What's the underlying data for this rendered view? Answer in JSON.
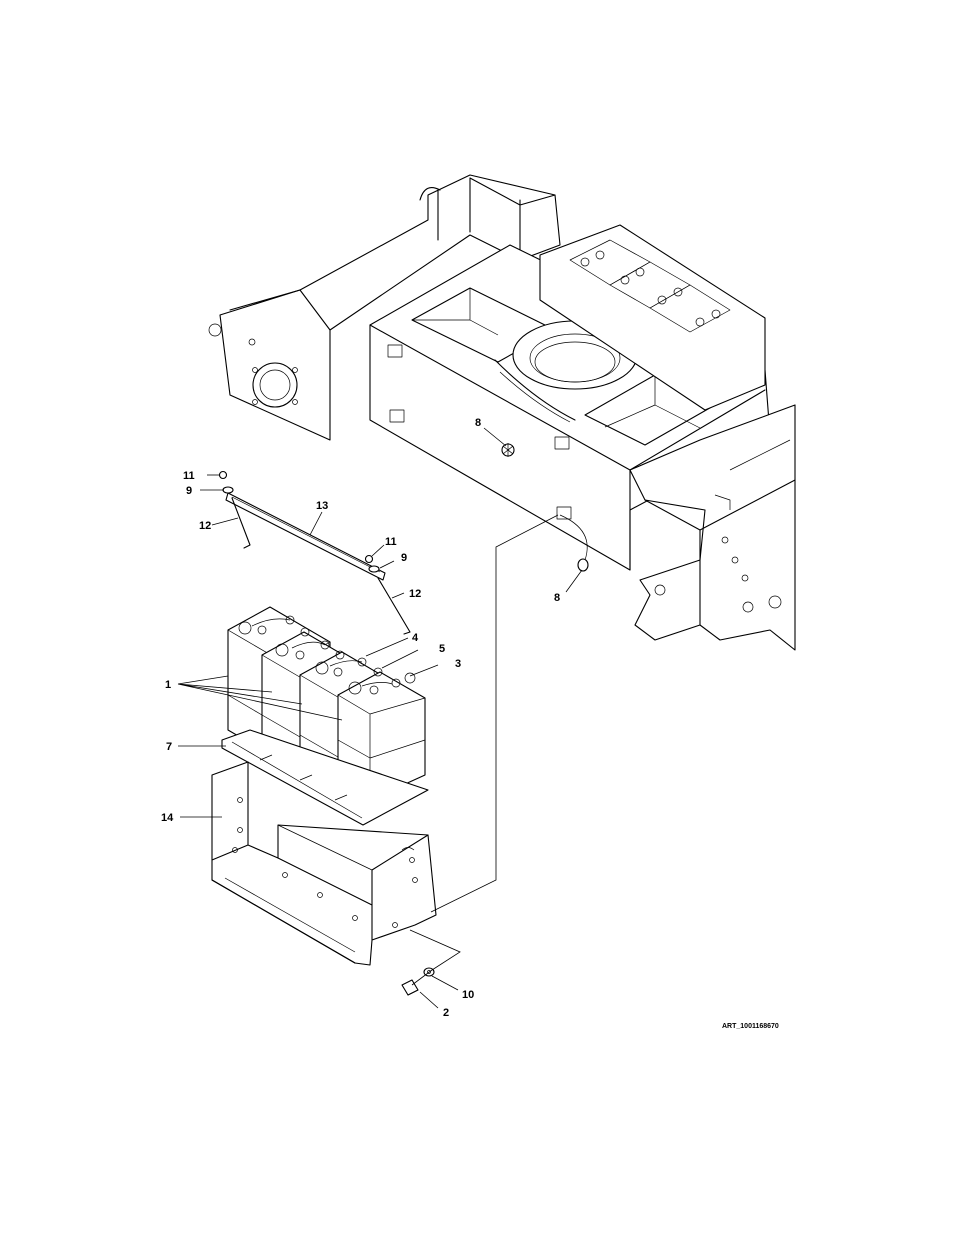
{
  "callouts": [
    {
      "id": "c1",
      "label": "1"
    },
    {
      "id": "c2",
      "label": "2"
    },
    {
      "id": "c3",
      "label": "3"
    },
    {
      "id": "c4",
      "label": "4"
    },
    {
      "id": "c5",
      "label": "5"
    },
    {
      "id": "c7",
      "label": "7"
    },
    {
      "id": "c8a",
      "label": "8"
    },
    {
      "id": "c8b",
      "label": "8"
    },
    {
      "id": "c9a",
      "label": "9"
    },
    {
      "id": "c9b",
      "label": "9"
    },
    {
      "id": "c10",
      "label": "10"
    },
    {
      "id": "c11a",
      "label": "11"
    },
    {
      "id": "c11b",
      "label": "11"
    },
    {
      "id": "c12a",
      "label": "12"
    },
    {
      "id": "c12b",
      "label": "12"
    },
    {
      "id": "c13",
      "label": "13"
    },
    {
      "id": "c14",
      "label": "14"
    }
  ],
  "art_reference": "ART_1001168670"
}
